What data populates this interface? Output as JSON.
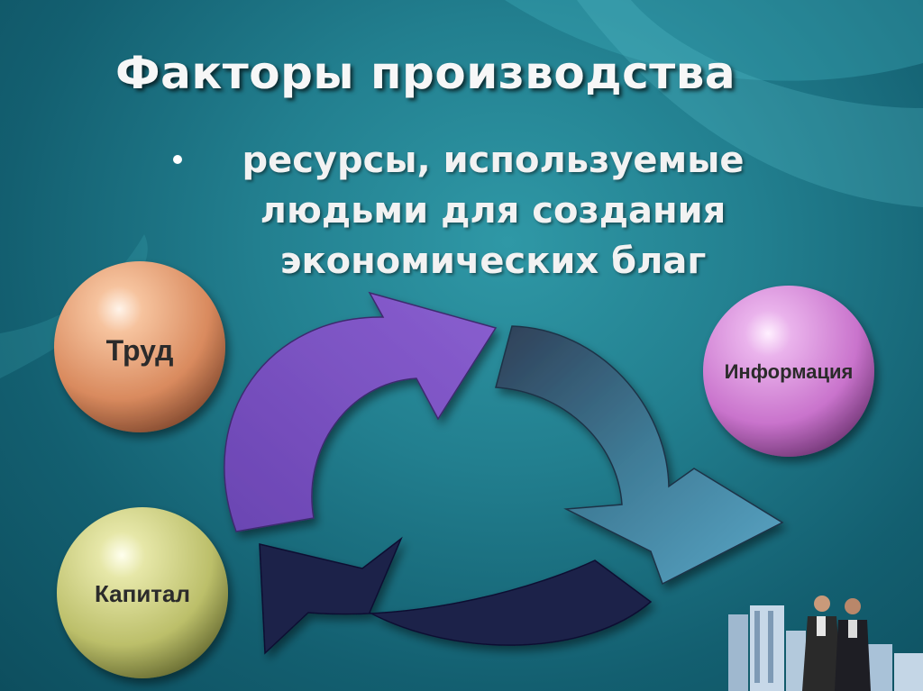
{
  "slide": {
    "title": "Факторы производства",
    "bullet_lines": [
      "ресурсы, используемые",
      "людьми для создания",
      "экономических благ"
    ]
  },
  "factors": [
    {
      "label": "Труд",
      "color": "#e39a6e"
    },
    {
      "label": "Информация",
      "color": "#d88ad8"
    },
    {
      "label": "Капитал",
      "color": "#c9cc7a"
    }
  ],
  "cycle": {
    "arrow_colors": [
      "#7a52c2",
      "#4f9bb8",
      "#1b2149"
    ]
  },
  "icons": [
    "city-buildings-icon",
    "businessmen-icon"
  ]
}
